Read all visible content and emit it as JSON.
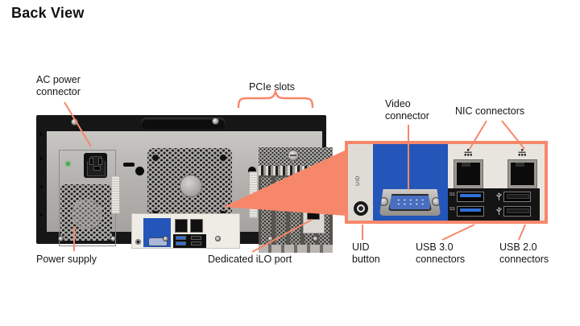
{
  "title": "Back View",
  "colors": {
    "accent": "#f7876a",
    "blue_panel": "#2456b9",
    "usb3_blue": "#2f6fd8"
  },
  "chassis_labels": {
    "ac_power": {
      "line1": "AC power",
      "line2": "connector"
    },
    "pcie": "PCIe slots",
    "power_supply": "Power supply",
    "ilo": "Dedicated iLO port"
  },
  "callout_labels": {
    "video": {
      "line1": "Video",
      "line2": "connector"
    },
    "nic": "NIC connectors",
    "uid": {
      "line1": "UID",
      "line2": "button"
    },
    "usb3": {
      "line1": "USB 3.0",
      "line2": "connectors"
    },
    "usb2": {
      "line1": "USB 2.0",
      "line2": "connectors"
    }
  },
  "callout_panel": {
    "uid_button_text": "UID",
    "usb3_port_marking": "SS",
    "ports": [
      "UID button",
      "Video connector",
      "NIC connector 1",
      "NIC connector 2",
      "USB 3.0 connector 1",
      "USB 3.0 connector 2",
      "USB 2.0 connector 1",
      "USB 2.0 connector 2"
    ]
  }
}
